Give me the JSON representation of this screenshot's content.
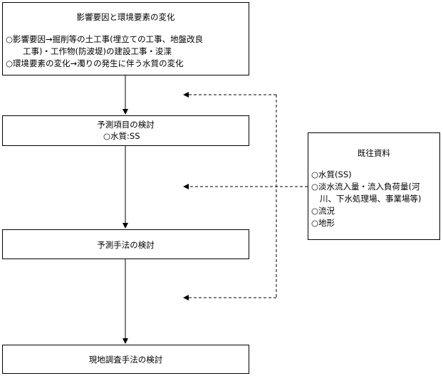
{
  "box_factors": {
    "title": "影響要因と環境要素の変化",
    "line1": "○影響要因→掘削等の土工事(埋立ての工事、地盤改良",
    "line2": "工事)・工作物(防波堤)の建設工事・浚渫",
    "line3": "○環境要素の変化→濁りの発生に伴う水質の変化"
  },
  "box_items": {
    "title": "予測項目の検討",
    "item": "○水質:SS"
  },
  "box_method": {
    "title": "予測手法の検討"
  },
  "box_survey": {
    "title": "現地調査手法の検討"
  },
  "box_existing": {
    "title": "既往資料",
    "line1": "○水質(SS)",
    "line2": "○淡水流入量・流入負荷量(河",
    "line3": "川、下水処理場、事業場等)",
    "line4": "○流況",
    "line5": "○地形"
  }
}
